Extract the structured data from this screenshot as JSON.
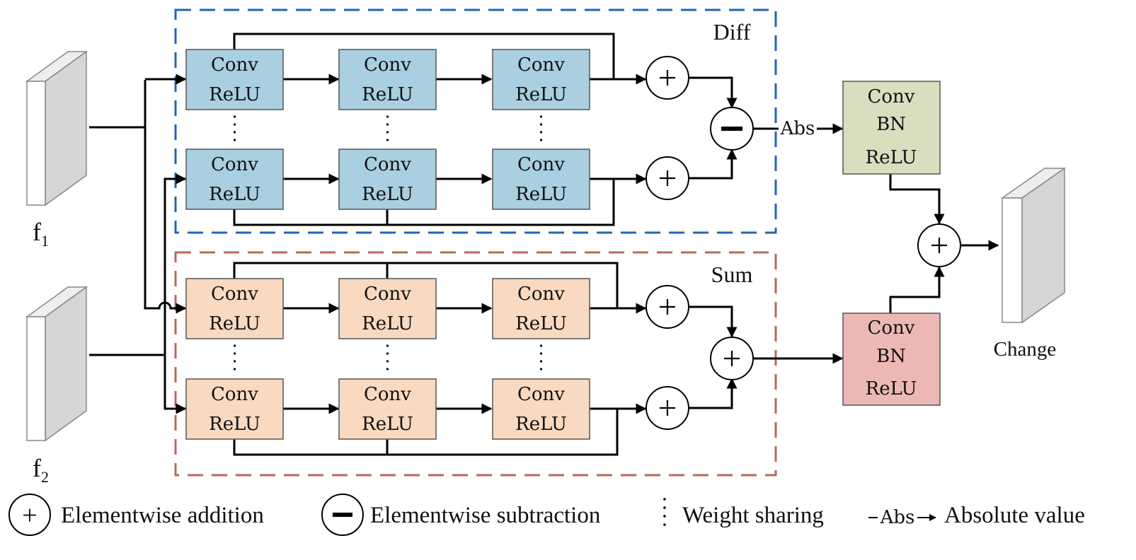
{
  "groups": {
    "diff": {
      "label": "Diff",
      "border_color": "#1f66b5"
    },
    "sum": {
      "label": "Sum",
      "border_color": "#b56a5a"
    }
  },
  "block": {
    "line1": "Conv",
    "line2": "ReLU"
  },
  "colors": {
    "diff_block": "#a9cfe0",
    "sum_block": "#f9d9bf",
    "diff_head": "#d7dfbf",
    "sum_head": "#ecb8b5",
    "feature_side": "#d6d6d6",
    "feature_front": "#ffffff"
  },
  "inputs": {
    "f1": {
      "base": "f",
      "sub": "1"
    },
    "f2": {
      "base": "f",
      "sub": "2"
    }
  },
  "abs_label": "Abs",
  "heads": {
    "diff": [
      "Conv",
      "BN",
      "ReLU"
    ],
    "sum": [
      "Conv",
      "BN",
      "ReLU"
    ]
  },
  "output_label": "Change",
  "legend": {
    "addition": {
      "symbol": "+",
      "label": "Elementwise addition"
    },
    "subtraction": {
      "symbol": "−",
      "label": "Elementwise subtraction"
    },
    "weight_sharing": {
      "label": "Weight sharing"
    },
    "absolute": {
      "arrow_label": "Abs",
      "label": "Absolute value"
    }
  }
}
